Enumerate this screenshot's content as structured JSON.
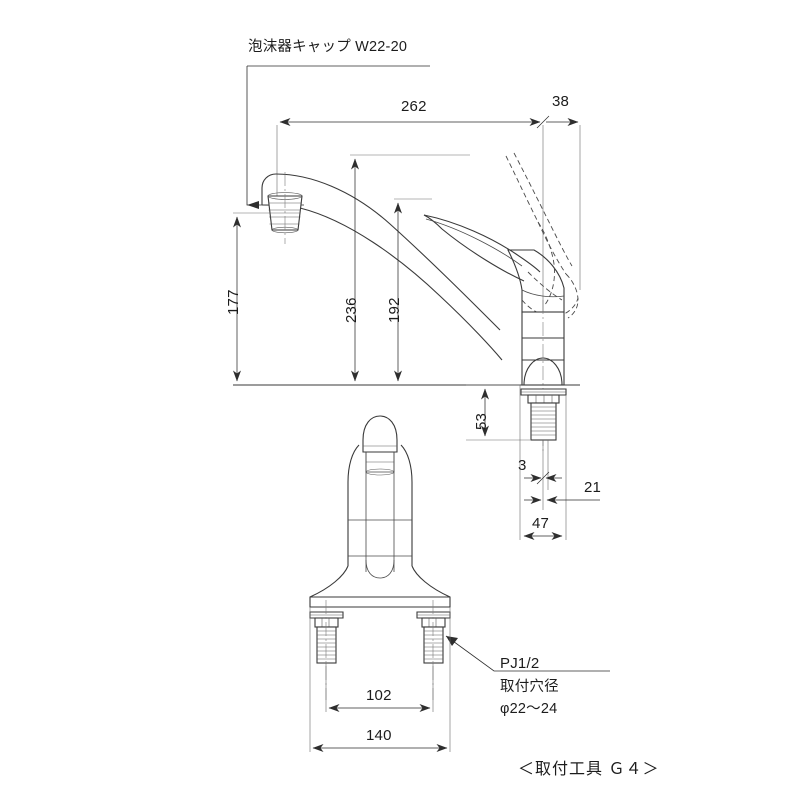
{
  "drawing": {
    "title_note": "泡沫器キャップ W22-20",
    "footer_note": "＜取付工具 Ｇ４＞",
    "thread_spec": "PJ1/2",
    "hole_note_line1": "取付穴径",
    "hole_note_line2": "φ22〜24",
    "line_color": "#3a3a3a",
    "dim_color": "#2e2e2e",
    "background": "#ffffff"
  },
  "dimensions": {
    "spout_reach": "262",
    "body_offset": "38",
    "spout_height": "177",
    "overall_height": "236",
    "handle_height": "192",
    "shank_length": "53",
    "gap_3": "3",
    "offset_21": "21",
    "base_depth_47": "47",
    "hole_spacing": "102",
    "base_width": "140"
  },
  "units": "mm"
}
